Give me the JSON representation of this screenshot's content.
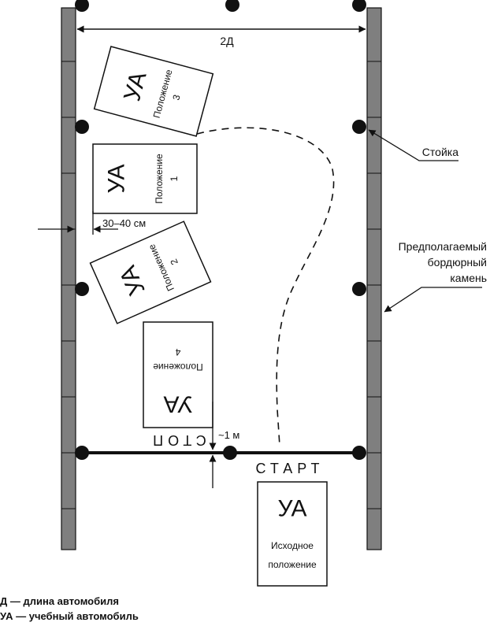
{
  "labels": {
    "width": "2Д",
    "post": "Стойка",
    "curb": [
      "Предполагаемый",
      "бордюрный",
      "камень"
    ],
    "gap": "30–40 см",
    "stop_gap": "~1 м",
    "stop": "СТОП",
    "start": "СТАРТ"
  },
  "cars": {
    "abbr": "УА",
    "pos_word": "Положение",
    "positions": [
      "1",
      "2",
      "3",
      "4"
    ],
    "initial": [
      "Исходное",
      "положение"
    ]
  },
  "legend": [
    "Д — длина автомобиля",
    "УА — учебный автомобиль"
  ]
}
